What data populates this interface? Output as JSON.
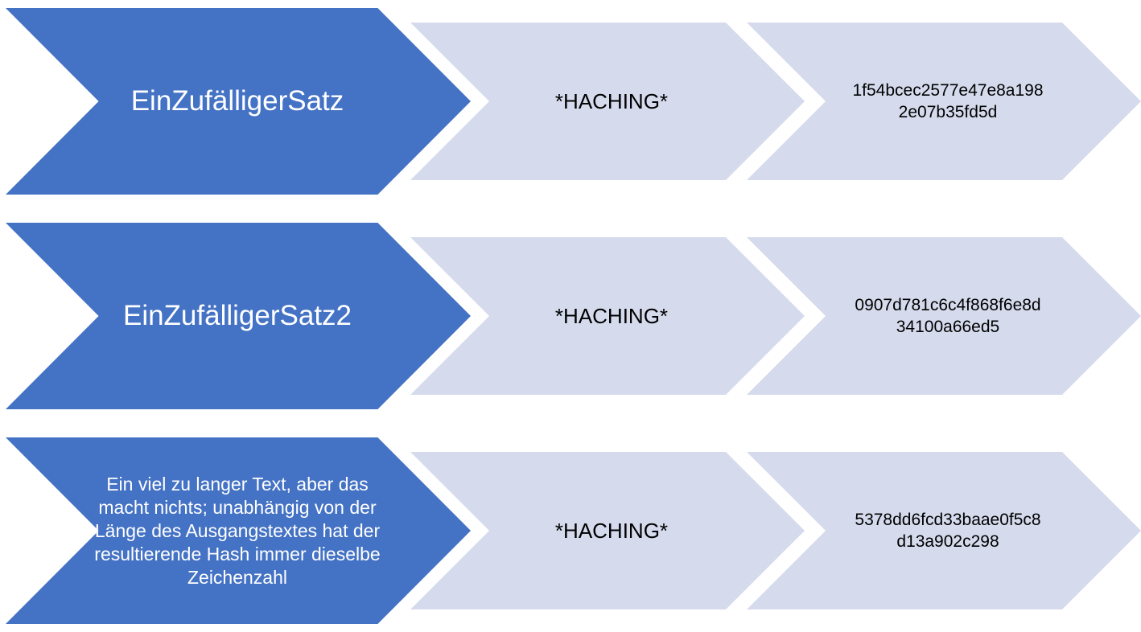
{
  "rows": [
    {
      "input": "EinZufälligerSatz",
      "step": "*HACHING*",
      "hash_line1": "1f54bcec2577e47e8a198",
      "hash_line2": "2e07b35fd5d"
    },
    {
      "input": "EinZufälligerSatz2",
      "step": "*HACHING*",
      "hash_line1": "0907d781c6c4f868f6e8d",
      "hash_line2": "34100a66ed5"
    },
    {
      "input": "Ein viel zu langer Text, aber das macht nichts; unabhängig von der Länge des Ausgangstextes hat der resultierende Hash immer dieselbe Zeichenzahl",
      "step": "*HACHING*",
      "hash_line1": "5378dd6fcd33baae0f5c8",
      "hash_line2": "d13a902c298"
    }
  ],
  "colors": {
    "input_fill": "#4472c4",
    "step_fill": "#d5dbed",
    "input_text": "#ffffff",
    "step_text": "#000000"
  }
}
